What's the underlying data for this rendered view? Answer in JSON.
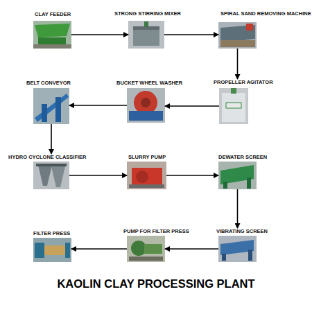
{
  "diagram": {
    "title": "KAOLIN CLAY PROCESSING PLANT",
    "nodes": [
      {
        "text": [
          "CLAY FEEDER"
        ]
      },
      {
        "text": [
          "STRONG STIRRING MIXER"
        ]
      },
      {
        "text": [
          "SPIRAL SAND REMOVING MACHINE"
        ]
      },
      {
        "text": [
          "BELT CONVEYOR"
        ]
      },
      {
        "text": [
          "BUCKET WHEEL WASHER"
        ]
      },
      {
        "text": [
          "PROPELLER AGITATOR"
        ]
      },
      {
        "text": [
          "HYDRO CYCLONE CLASSIFIER"
        ]
      },
      {
        "text": [
          "SLURRY PUMP"
        ]
      },
      {
        "text": [
          "DEWATER SCREEN"
        ]
      },
      {
        "text": [
          "FILTER PRESS"
        ]
      },
      {
        "text": [
          "PUMP FOR FILTER PRESS"
        ]
      },
      {
        "text": [
          "VIBRATING SCREEN"
        ]
      }
    ],
    "edges": [
      {
        "from": 0,
        "to": 1,
        "arrow": "to"
      },
      {
        "from": 1,
        "to": 2,
        "arrow": "to"
      },
      {
        "from": 2,
        "to": 5,
        "arrow": "to"
      },
      {
        "from": 5,
        "to": 4,
        "arrow": "to"
      },
      {
        "from": 4,
        "to": 3,
        "arrow": "to"
      },
      {
        "from": 3,
        "to": 6,
        "arrow": "to"
      },
      {
        "from": 6,
        "to": 7,
        "arrow": "to"
      },
      {
        "from": 7,
        "to": 8,
        "arrow": "to"
      },
      {
        "from": 8,
        "to": 11,
        "arrow": "to"
      },
      {
        "from": 11,
        "to": 10,
        "arrow": "to"
      },
      {
        "from": 10,
        "to": 9,
        "arrow": "to"
      }
    ]
  }
}
